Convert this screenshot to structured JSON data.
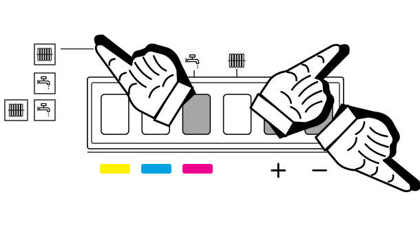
{
  "figure": {
    "legend": [
      {
        "id": "heating",
        "icons": [
          "radiator-icon"
        ]
      },
      {
        "id": "hot-water",
        "icons": [
          "tap-icon"
        ]
      },
      {
        "id": "heating-and-hot-water",
        "icons": [
          "radiator-icon",
          "tap-icon"
        ]
      }
    ],
    "panel": {
      "top_icons": [
        "tap-icon",
        "radiator-icon"
      ],
      "buttons": [
        {
          "id": "button-1",
          "state": "off",
          "color": "#ffffff"
        },
        {
          "id": "button-2",
          "state": "off",
          "color": "#ffffff"
        },
        {
          "id": "button-3",
          "state": "pressed",
          "color": "#a6a6a6"
        },
        {
          "id": "button-4",
          "state": "off",
          "color": "#ffffff"
        },
        {
          "id": "button-5",
          "state": "pressed",
          "color": "#a6a6a6"
        },
        {
          "id": "button-6",
          "state": "pressed",
          "color": "#a6a6a6"
        }
      ]
    },
    "color_bars": [
      {
        "id": "yellow",
        "color": "#fff200"
      },
      {
        "id": "cyan",
        "color": "#00a0e3"
      },
      {
        "id": "magenta",
        "color": "#ec008c"
      }
    ],
    "adjust_signs": {
      "plus": "+",
      "minus": "−"
    },
    "hands": [
      "pointing-hand-heating-mode",
      "pointing-hand-plus",
      "pointing-hand-minus"
    ]
  }
}
